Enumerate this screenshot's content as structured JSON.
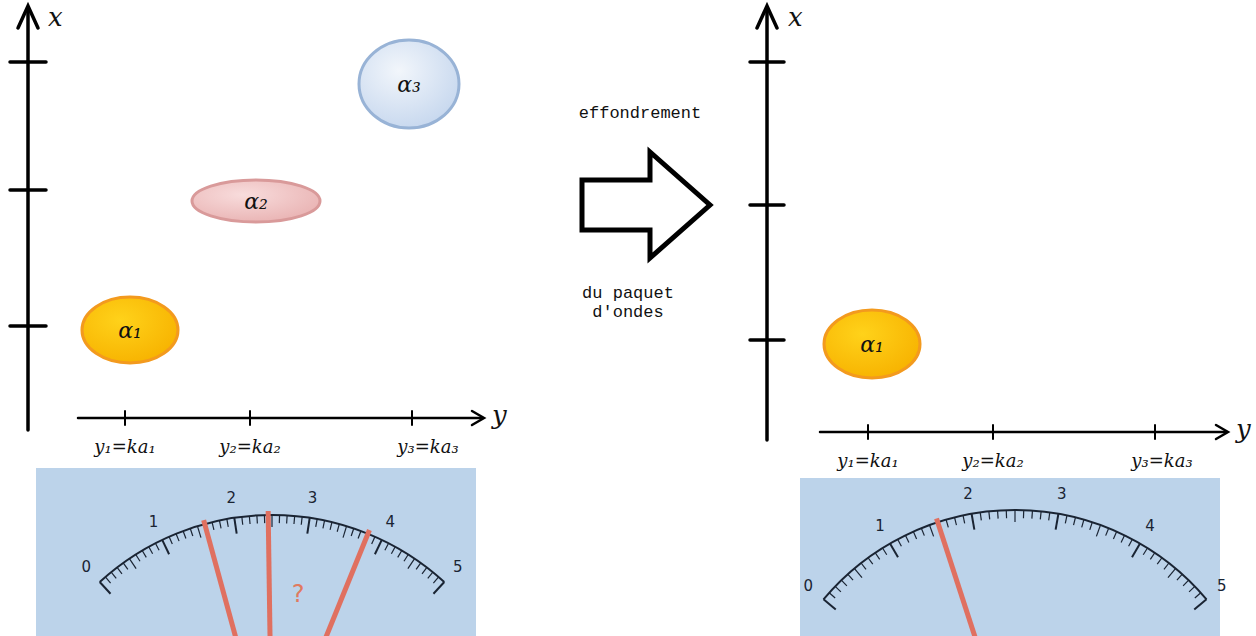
{
  "diagram": {
    "nodes": [
      {
        "text": [
          "α₁"
        ]
      },
      {
        "text": [
          "α₂"
        ]
      },
      {
        "text": [
          "α₃"
        ]
      },
      {
        "text": [
          "α₁"
        ]
      }
    ],
    "labels": [
      "x",
      "y",
      "y₁=ka₁",
      "y₂=ka₂",
      "y₃=ka₃",
      "0",
      "1",
      "2",
      "3",
      "4",
      "5",
      "?",
      "effondrement",
      "du paquet d'ondes",
      "x",
      "y",
      "y₁=ka₁",
      "y₂=ka₂",
      "y₃=ka₃",
      "0",
      "1",
      "2",
      "3",
      "4",
      "5"
    ]
  }
}
